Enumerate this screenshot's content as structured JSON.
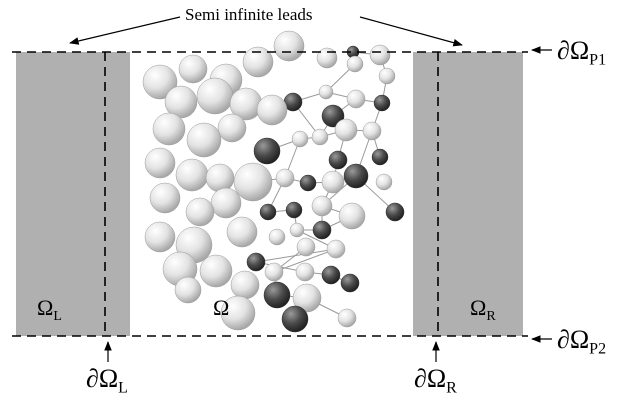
{
  "figure": {
    "caption": "Semi infinite leads",
    "regions": {
      "left": {
        "symbol": "Ω",
        "subscript": "L"
      },
      "center": {
        "symbol": "Ω",
        "subscript": ""
      },
      "right": {
        "symbol": "Ω",
        "subscript": "R"
      }
    },
    "boundaries": {
      "top": {
        "symbol": "∂Ω",
        "subscript": "P1"
      },
      "bottom": {
        "symbol": "∂Ω",
        "subscript": "P2"
      },
      "left": {
        "symbol": "∂Ω",
        "subscript": "L"
      },
      "right": {
        "symbol": "∂Ω",
        "subscript": "R"
      }
    },
    "colors": {
      "lead_fill": "#b0b0b0",
      "light_atom": "#e6e6e6",
      "dark_atom": "#4a4a4a",
      "bond": "#9a9a9a",
      "line": "#000000"
    }
  }
}
